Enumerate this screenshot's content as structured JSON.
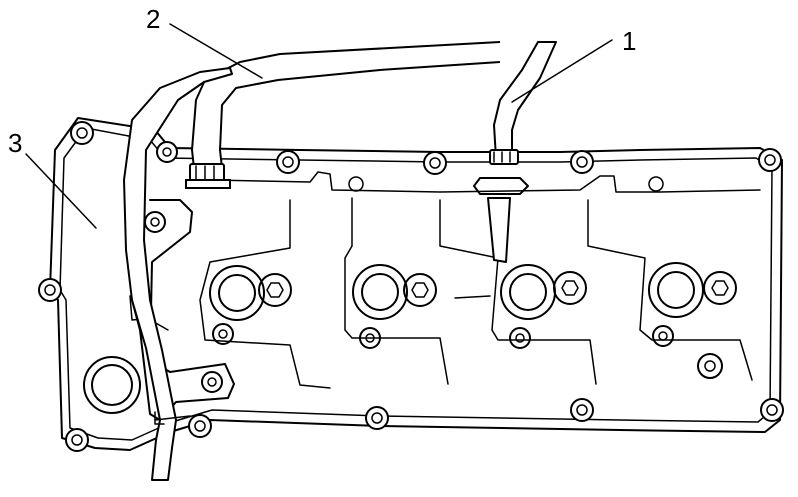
{
  "diagram": {
    "callouts": [
      {
        "id": "callout-1",
        "label": "1"
      },
      {
        "id": "callout-2",
        "label": "2"
      },
      {
        "id": "callout-3",
        "label": "3"
      }
    ],
    "colors": {
      "stroke": "#000000",
      "background": "#ffffff"
    },
    "icons": [
      "bolt-icon",
      "hose-clamp-icon",
      "spark-plug-boss-icon"
    ]
  }
}
